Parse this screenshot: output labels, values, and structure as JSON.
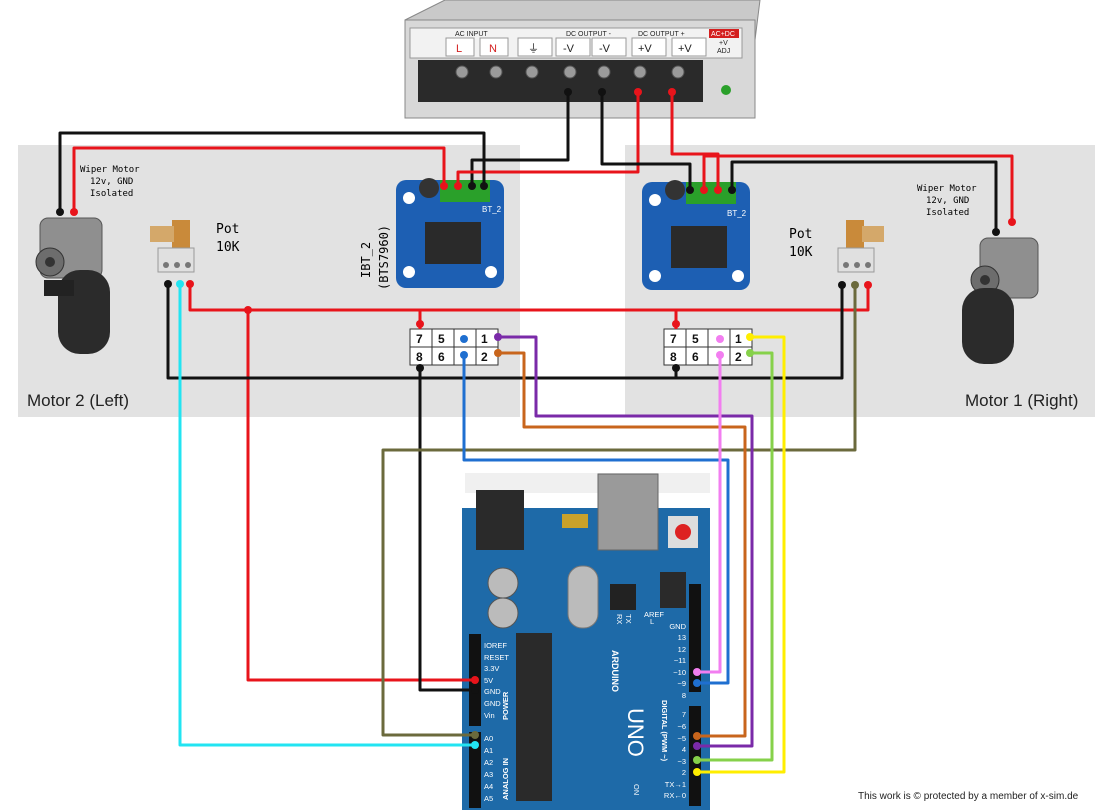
{
  "psu": {
    "ac_input": "AC INPUT",
    "dc_output_minus": "DC OUTPUT -",
    "dc_output_plus": "DC OUTPUT +",
    "ac_dc": "AC+DC",
    "terminals": [
      "L",
      "N",
      "⏚",
      "-V",
      "-V",
      "+V",
      "+V"
    ],
    "adj_plus": "+V",
    "adj": "ADJ"
  },
  "left": {
    "zone_label": "Motor 2 (Left)",
    "motor_note": [
      "Wiper Motor",
      "12v, GND",
      "Isolated"
    ],
    "pot_label": [
      "Pot",
      "10K"
    ],
    "driver_label": [
      "IBT_2",
      "(BTS7960)"
    ],
    "driver_silk": "BT_2",
    "connector_top": [
      "7",
      "5",
      "",
      "1"
    ],
    "connector_bottom": [
      "8",
      "6",
      "",
      "2"
    ]
  },
  "right": {
    "zone_label": "Motor 1 (Right)",
    "motor_note": [
      "Wiper Motor",
      "12v, GND",
      "Isolated"
    ],
    "pot_label": [
      "Pot",
      "10K"
    ],
    "driver_silk": "BT_2",
    "connector_top": [
      "7",
      "5",
      "",
      "1"
    ],
    "connector_bottom": [
      "8",
      "6",
      "",
      "2"
    ]
  },
  "arduino": {
    "brand": "ARDUINO",
    "model": "UNO",
    "power_header": [
      "IOREF",
      "RESET",
      "3.3V",
      "5V",
      "GND",
      "GND",
      "Vin"
    ],
    "power_title": "POWER",
    "analog_header": [
      "A0",
      "A1",
      "A2",
      "A3",
      "A4",
      "A5"
    ],
    "analog_title": "ANALOG IN",
    "digital_top": [
      "AREF",
      "GND",
      "13",
      "12",
      "~11",
      "~10",
      "~9",
      "8"
    ],
    "digital_bottom": [
      "7",
      "~6",
      "~5",
      "4",
      "~3",
      "2",
      "TX→1",
      "RX←0"
    ],
    "digital_title": "DIGITAL (PWM ~)",
    "tx": "TX",
    "rx": "RX",
    "l": "L",
    "on": "ON"
  },
  "footer": {
    "credit": "This work is © protected by a member of x-sim.de"
  },
  "colors": {
    "red": "#e8141b",
    "black": "#111111",
    "cyan": "#22e4f2",
    "blue": "#1f6fd0",
    "purple": "#7a2aa8",
    "orange": "#c8651c",
    "pink": "#f27ef0",
    "yellow": "#ffee00",
    "lightgreen": "#86d14a",
    "olive": "#6b6a3c",
    "board": "#1e6aa8",
    "zone": "#e2e2e2"
  }
}
